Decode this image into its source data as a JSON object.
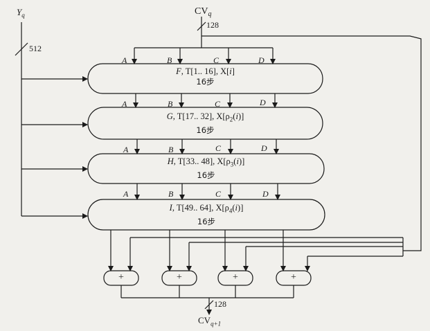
{
  "input": {
    "cv_label": "CV",
    "cv_sub": "q",
    "cv_width": "128",
    "y_label": "Y",
    "y_sub": "q",
    "y_width": "512"
  },
  "output": {
    "cv_label": "CV",
    "cv_sub": "q+1",
    "cv_width": "128"
  },
  "registers": [
    "A",
    "B",
    "C",
    "D"
  ],
  "rounds": [
    {
      "func": "F",
      "range": "T[1.. 16]",
      "msg_pre": "X[",
      "msg_i": "i",
      "msg_post": "]",
      "steps": "16步"
    },
    {
      "func": "G",
      "range": "T[17.. 32]",
      "msg_pre": "X[ρ",
      "msg_sub": "2",
      "msg_mid": "(",
      "msg_i": "i",
      "msg_post": ")]",
      "steps": "16步"
    },
    {
      "func": "H",
      "range": "T[33.. 48]",
      "msg_pre": "X[ρ",
      "msg_sub": "3",
      "msg_mid": "(",
      "msg_i": "i",
      "msg_post": ")]",
      "steps": "16步"
    },
    {
      "func": "I",
      "range": "T[49.. 64]",
      "msg_pre": "X[ρ",
      "msg_sub": "4",
      "msg_mid": "(",
      "msg_i": "i",
      "msg_post": ")]",
      "steps": "16步"
    }
  ],
  "adders": [
    "+",
    "+",
    "+",
    "+"
  ]
}
